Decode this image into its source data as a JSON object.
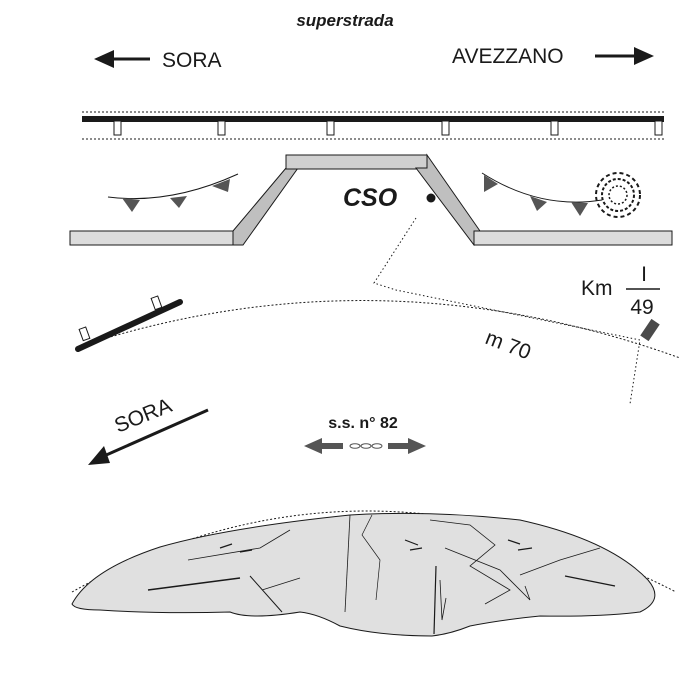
{
  "header": {
    "title": "superstrada"
  },
  "directions": {
    "left": "SORA",
    "right": "AVEZZANO"
  },
  "labels": {
    "cso": "CSO",
    "distance": "m 70",
    "km_prefix": "Km",
    "km_top": "I",
    "km_bottom": "49",
    "road_sora": "SORA",
    "road_ss": "s.s. n° 82"
  },
  "colors": {
    "line": "#1a1a1a",
    "structure_fill": "#dcdcdc",
    "ramp_fill": "#bfbfbf",
    "field_fill": "#e0e0e0",
    "arrow_gray": "#555555",
    "km_marker": "#4a4a4a"
  }
}
